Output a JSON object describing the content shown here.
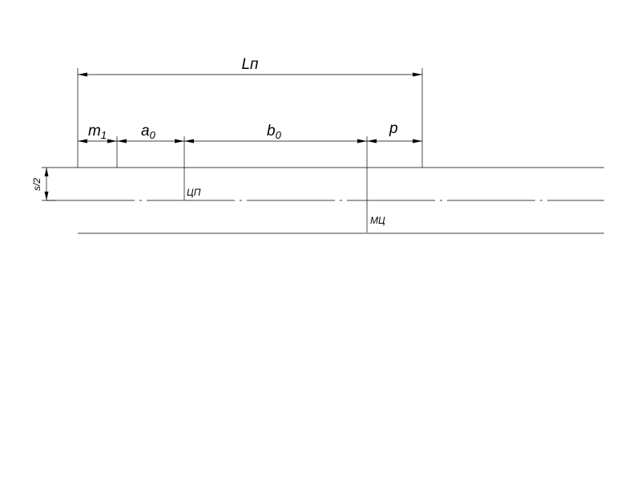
{
  "diagram": {
    "dimensions": {
      "overall_label": "Lп",
      "segments": [
        {
          "main": "m",
          "sub": "1"
        },
        {
          "main": "a",
          "sub": "0"
        },
        {
          "main": "b",
          "sub": "0"
        },
        {
          "main": "p",
          "sub": ""
        }
      ],
      "half_width_label": "s/2"
    },
    "markers": {
      "cp_label": "ЦП",
      "mc_label": "МЦ"
    }
  }
}
